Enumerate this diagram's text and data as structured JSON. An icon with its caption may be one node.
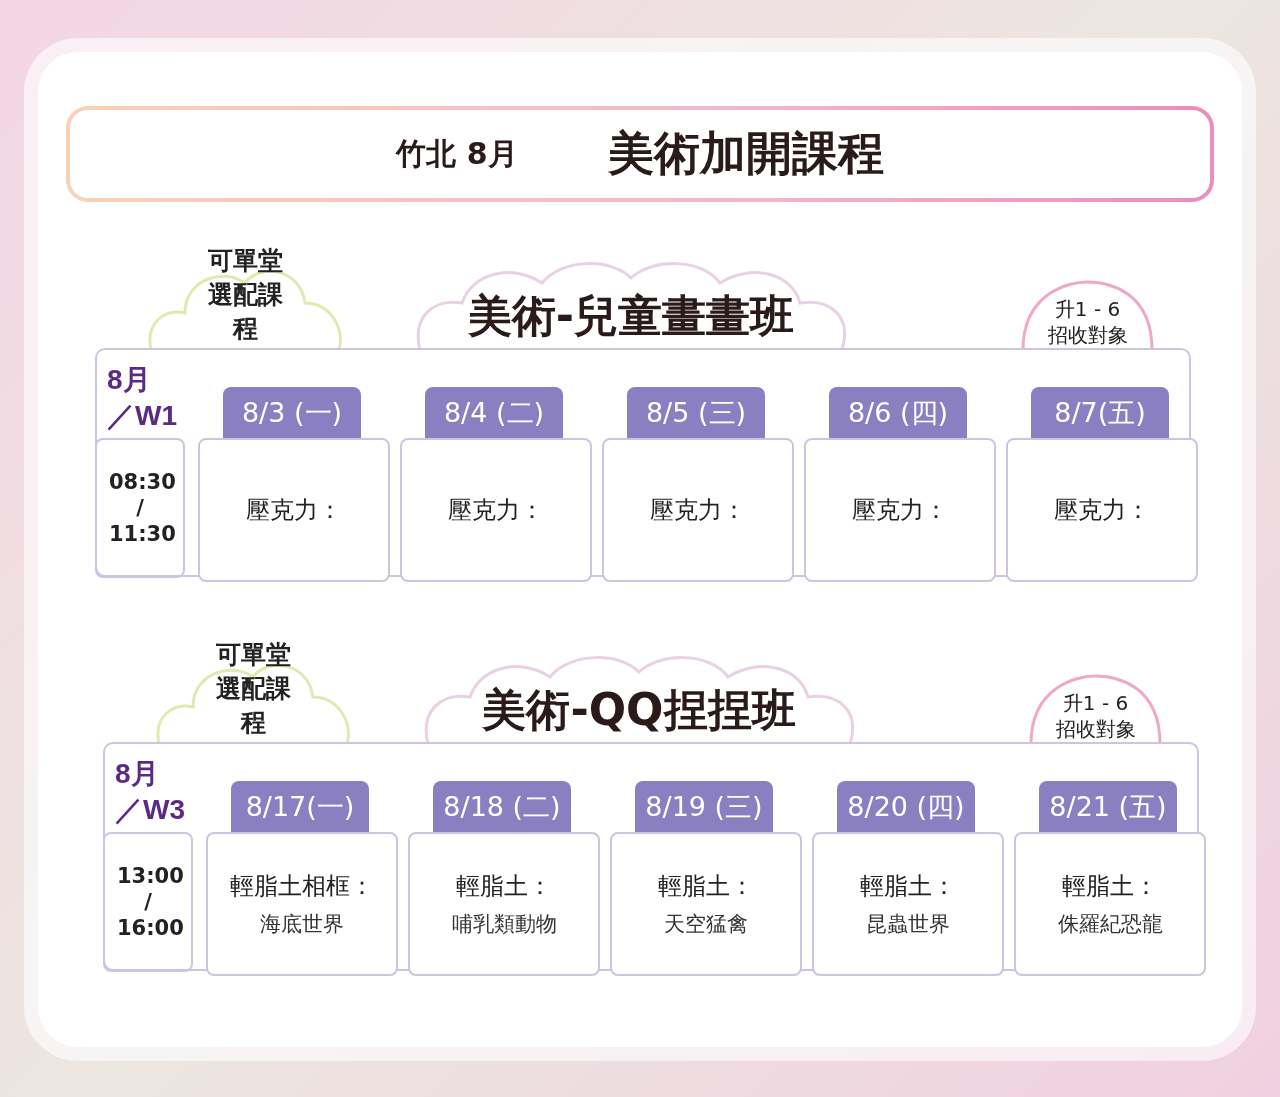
{
  "diagram": {
    "nodes": [
      {
        "text": [
          "竹北 8月",
          "美術加開課程"
        ]
      },
      {
        "text": [
          "可單堂選配課程"
        ]
      },
      {
        "text": [
          "美術-兒童畫畫班"
        ]
      },
      {
        "text": [
          "升1 - 6 招收對象"
        ]
      },
      {
        "text": [
          "8月／W1"
        ]
      },
      {
        "text": [
          "08:30 / 11:30"
        ],
        "in": 4
      },
      {
        "text": [
          "8/3 (一)",
          "壓克力："
        ],
        "in": 4
      },
      {
        "text": [
          "8/4 (二)",
          "壓克力："
        ],
        "in": 4
      },
      {
        "text": [
          "8/5 (三)",
          "壓克力："
        ],
        "in": 4
      },
      {
        "text": [
          "8/6 (四)",
          "壓克力："
        ],
        "in": 4
      },
      {
        "text": [
          "8/7(五)",
          "壓克力："
        ],
        "in": 4
      },
      {
        "text": [
          "可單堂選配課程"
        ]
      },
      {
        "text": [
          "美術-QQ捏捏班"
        ]
      },
      {
        "text": [
          "升1 - 6 招收對象"
        ]
      },
      {
        "text": [
          "8月／W3"
        ]
      },
      {
        "text": [
          "13:00 / 16:00"
        ],
        "in": 14
      },
      {
        "text": [
          "8/17(一)",
          "輕脂土相框：",
          "海底世界"
        ],
        "in": 14
      },
      {
        "text": [
          "8/18 (二)",
          "輕脂土：",
          "哺乳類動物"
        ],
        "in": 14
      },
      {
        "text": [
          "8/19 (三)",
          "輕脂土：",
          "天空猛禽"
        ],
        "in": 14
      },
      {
        "text": [
          "8/20 (四)",
          "輕脂土：",
          "昆蟲世界"
        ],
        "in": 14
      },
      {
        "text": [
          "8/21 (五)",
          "輕脂土：",
          "侏羅紀恐龍"
        ],
        "in": 14
      }
    ]
  }
}
